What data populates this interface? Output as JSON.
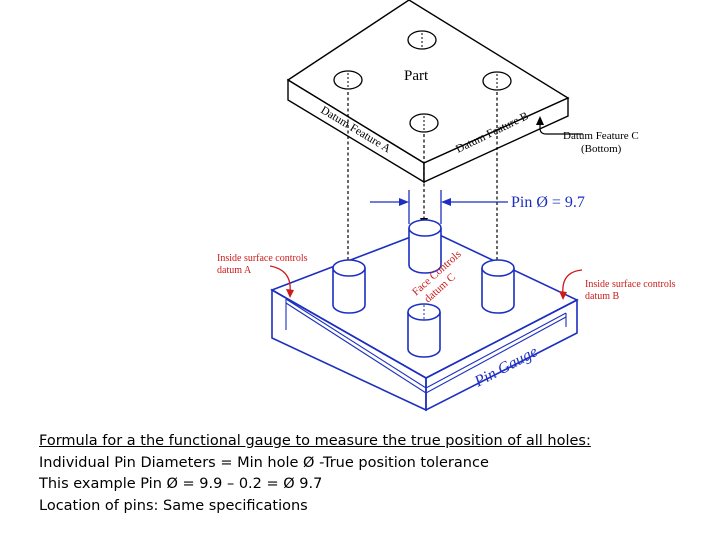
{
  "diagram": {
    "part_label": "Part",
    "datum_a_label": "Datum Feature A",
    "datum_b_label": "Datum Feature B",
    "datum_c_label": "Datum Feature C",
    "datum_c_sub": "(Bottom)",
    "pin_dimension": "Pin Ø = 9.7",
    "inside_a_line1": "Inside surface controls",
    "inside_a_line2": "datum A",
    "inside_b_line1": "Inside surface controls",
    "inside_b_line2": "datum B",
    "face_line1": "Face Controls",
    "face_line2": "datum C",
    "gauge_label": "Pin Gauge"
  },
  "caption": {
    "heading": "Formula for a the functional gauge to measure the true position of all holes:",
    "line1": "Individual Pin Diameters = Min hole Ø -True position tolerance",
    "line2": "This example Pin Ø = 9.9 – 0.2 = Ø 9.7",
    "line3": "Location of pins: Same specifications"
  },
  "colors": {
    "part_stroke": "#000000",
    "gauge_stroke": "#1c2fc0",
    "annotation_red": "#cc1b1b",
    "caption_text": "#000000"
  }
}
